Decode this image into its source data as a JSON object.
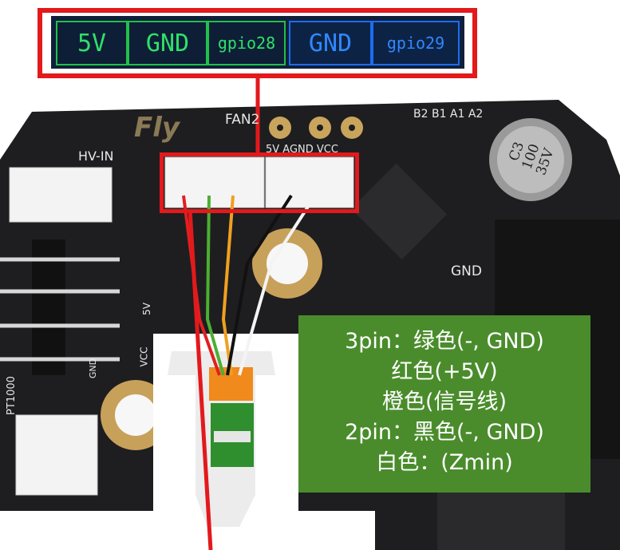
{
  "pin_labels": [
    "5V",
    "GND",
    "gpio28",
    "GND",
    "gpio29"
  ],
  "board_silkscreen": {
    "brand": "Fly",
    "fan": "FAN2",
    "hv_in": "HV-IN",
    "pads": "5V AGND VCC",
    "top_right": "B2 B1 A1 A2",
    "gnd": "GND",
    "v5": "5V",
    "vcc": "VCC",
    "gnd_small": "GND",
    "pt": "PT1000",
    "cap_lines": [
      "C3",
      "100",
      "35V"
    ]
  },
  "wiring_note": {
    "line1": "3pin：绿色(-, GND)",
    "line2": "红色(+5V)",
    "line3": "橙色(信号线)",
    "line4": "2pin：黑色(-, GND)",
    "line5": "白色：(Zmin)"
  },
  "colors": {
    "highlight": "#e3191b",
    "note_bg": "#4a8c2c",
    "pcb": "#1c1c1e",
    "wire_green": "#4caf32",
    "wire_red": "#e02020",
    "wire_orange": "#f0a020",
    "wire_black": "#111111",
    "wire_white": "#f4f4f4"
  }
}
